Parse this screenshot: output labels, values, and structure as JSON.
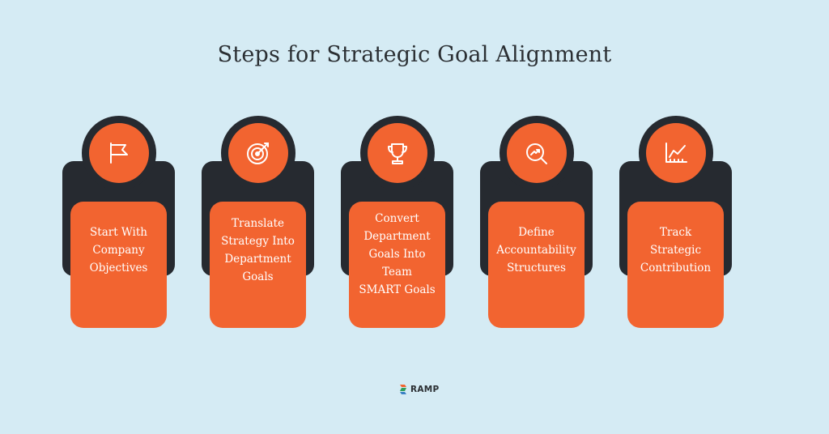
{
  "title": "Steps for Strategic Goal Alignment",
  "steps": [
    {
      "label": "Start With\nCompany\nObjectives",
      "icon": "flag-icon"
    },
    {
      "label": "Translate\nStrategy Into\nDepartment\nGoals",
      "icon": "target-icon"
    },
    {
      "label": "Convert\nDepartment\nGoals Into Team\nSMART Goals",
      "icon": "trophy-icon"
    },
    {
      "label": "Define\nAccountability\nStructures",
      "icon": "magnifier-chart-icon"
    },
    {
      "label": "Track\nStrategic\nContribution",
      "icon": "line-chart-icon"
    }
  ],
  "brand": {
    "name": "RAMP"
  },
  "colors": {
    "background": "#d5ebf4",
    "accent": "#f26430",
    "dark": "#262a30"
  }
}
